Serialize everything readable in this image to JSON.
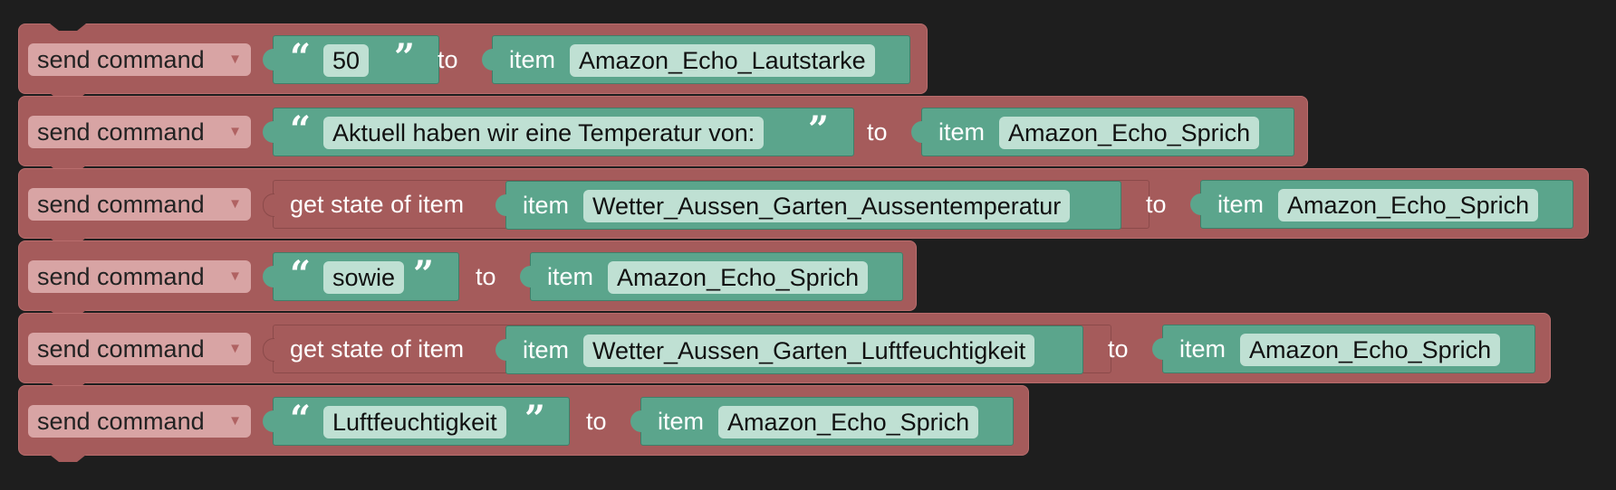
{
  "command_label": "send command",
  "to_label": "to",
  "item_label": "item",
  "get_state_label": "get state of item",
  "open_quote": "“",
  "close_quote": "”",
  "colors": {
    "background": "#1e1e1e",
    "block": "#a55b5b",
    "value_block": "#5ba58c"
  },
  "blocks": [
    {
      "kind": "text",
      "text": "50",
      "target_item": "Amazon_Echo_Lautstarke"
    },
    {
      "kind": "text",
      "text": "Aktuell haben wir eine Temperatur von:",
      "target_item": "Amazon_Echo_Sprich"
    },
    {
      "kind": "state",
      "source_item": "Wetter_Aussen_Garten_Aussentemperatur",
      "target_item": "Amazon_Echo_Sprich"
    },
    {
      "kind": "text",
      "text": "sowie",
      "target_item": "Amazon_Echo_Sprich"
    },
    {
      "kind": "state",
      "source_item": "Wetter_Aussen_Garten_Luftfeuchtigkeit",
      "target_item": "Amazon_Echo_Sprich"
    },
    {
      "kind": "text",
      "text": "Luftfeuchtigkeit",
      "target_item": "Amazon_Echo_Sprich"
    }
  ]
}
